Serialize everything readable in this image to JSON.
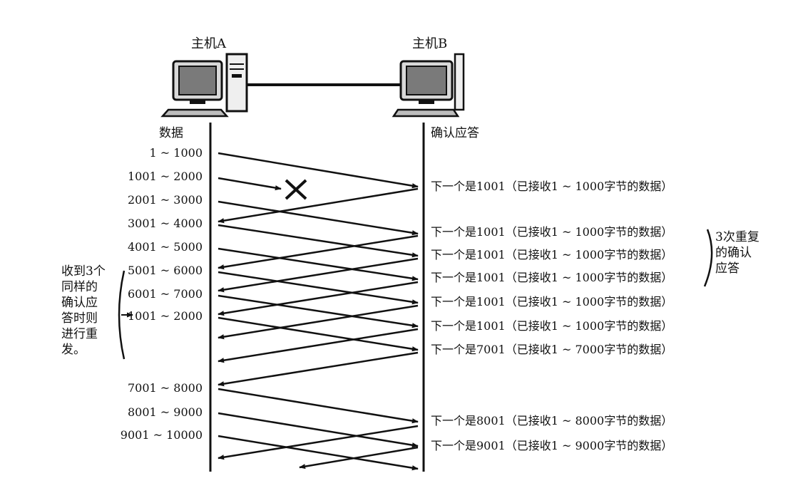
{
  "hosts": {
    "a": {
      "label": "主机A"
    },
    "b": {
      "label": "主机B"
    }
  },
  "columns": {
    "a": "数据",
    "b": "确认应答"
  },
  "segments": [
    {
      "label": "1 ~ 1000"
    },
    {
      "label": "1001 ~ 2000"
    },
    {
      "label": "2001 ~ 3000"
    },
    {
      "label": "3001 ~ 4000"
    },
    {
      "label": "4001 ~ 5000"
    },
    {
      "label": "5001 ~ 6000"
    },
    {
      "label": "6001 ~ 7000"
    },
    {
      "label": "1001 ~ 2000"
    },
    {
      "label": "7001 ~ 8000"
    },
    {
      "label": "8001 ~ 9000"
    },
    {
      "label": "9001 ~ 10000"
    }
  ],
  "acks": [
    {
      "label": "下一个是1001（已接收1 ~ 1000字节的数据）"
    },
    {
      "label": "下一个是1001（已接收1 ~ 1000字节的数据）"
    },
    {
      "label": "下一个是1001（已接收1 ~ 1000字节的数据）"
    },
    {
      "label": "下一个是1001（已接收1 ~ 1000字节的数据）"
    },
    {
      "label": "下一个是1001（已接收1 ~ 1000字节的数据）"
    },
    {
      "label": "下一个是1001（已接收1 ~ 1000字节的数据）"
    },
    {
      "label": "下一个是7001（已接收1 ~ 7000字节的数据）"
    },
    {
      "label": "下一个是8001（已接收1 ~ 8000字节的数据）"
    },
    {
      "label": "下一个是9001（已接收1 ~ 9000字节的数据）"
    }
  ],
  "annotations": {
    "left": [
      "收到3个",
      "同样的",
      "确认应",
      "答时则",
      "进行重",
      "发。"
    ],
    "right": [
      "3次重复",
      "的确认",
      "应答"
    ]
  },
  "loss_marker": {
    "icon": "cross-icon"
  }
}
